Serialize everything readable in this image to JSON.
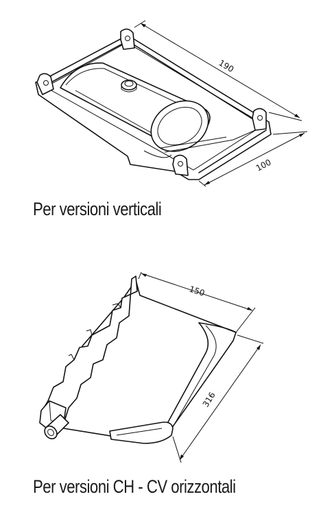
{
  "top_figure": {
    "caption": "Per versioni verticali",
    "dim_length": "190",
    "dim_width": "100"
  },
  "bottom_figure": {
    "caption": "Per versioni CH - CV orizzontali",
    "dim_width": "150",
    "dim_length": "316"
  }
}
